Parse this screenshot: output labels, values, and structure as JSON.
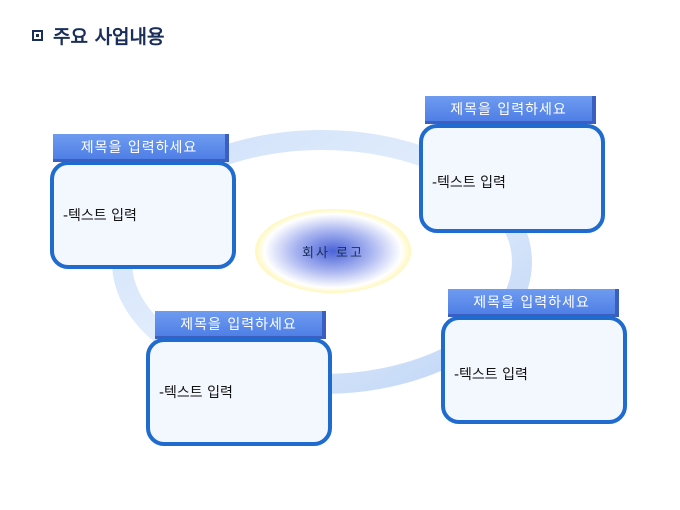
{
  "title": "주요 사업내용",
  "logo": "회사 로고",
  "cards": [
    {
      "title": "제목을 입력하세요",
      "text": "-텍스트 입력"
    },
    {
      "title": "제목을 입력하세요",
      "text": "-텍스트 입력"
    },
    {
      "title": "제목을 입력하세요",
      "text": "-텍스트 입력"
    },
    {
      "title": "제목을 입력하세요",
      "text": "-텍스트 입력"
    }
  ]
}
